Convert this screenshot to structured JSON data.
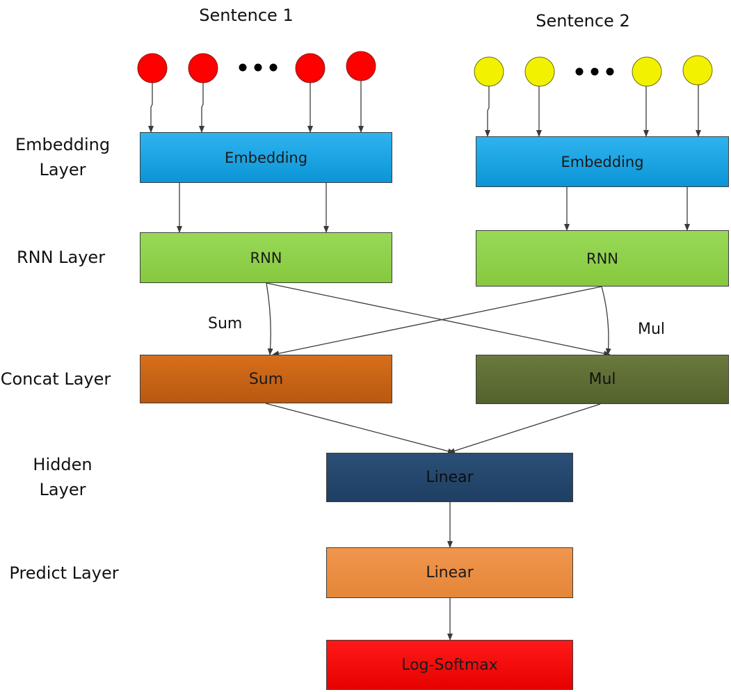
{
  "sentences": {
    "s1": "Sentence 1",
    "s2": "Sentence 2"
  },
  "layer_labels": {
    "embedding": "Embedding\nLayer",
    "rnn": "RNN Layer",
    "concat": "Concat Layer",
    "hidden": "Hidden\nLayer",
    "predict": "Predict Layer"
  },
  "boxes": {
    "embed_left": "Embedding",
    "embed_right": "Embedding",
    "rnn_left": "RNN",
    "rnn_right": "RNN",
    "sum": "Sum",
    "mul": "Mul",
    "hidden": "Linear",
    "predict": "Linear",
    "output": "Log-Softmax"
  },
  "edge_labels": {
    "sum": "Sum",
    "mul": "Mul"
  },
  "colors": {
    "token_left": "#ff0000",
    "token_right": "#f2f200",
    "arrow": "#3a3a3a"
  }
}
